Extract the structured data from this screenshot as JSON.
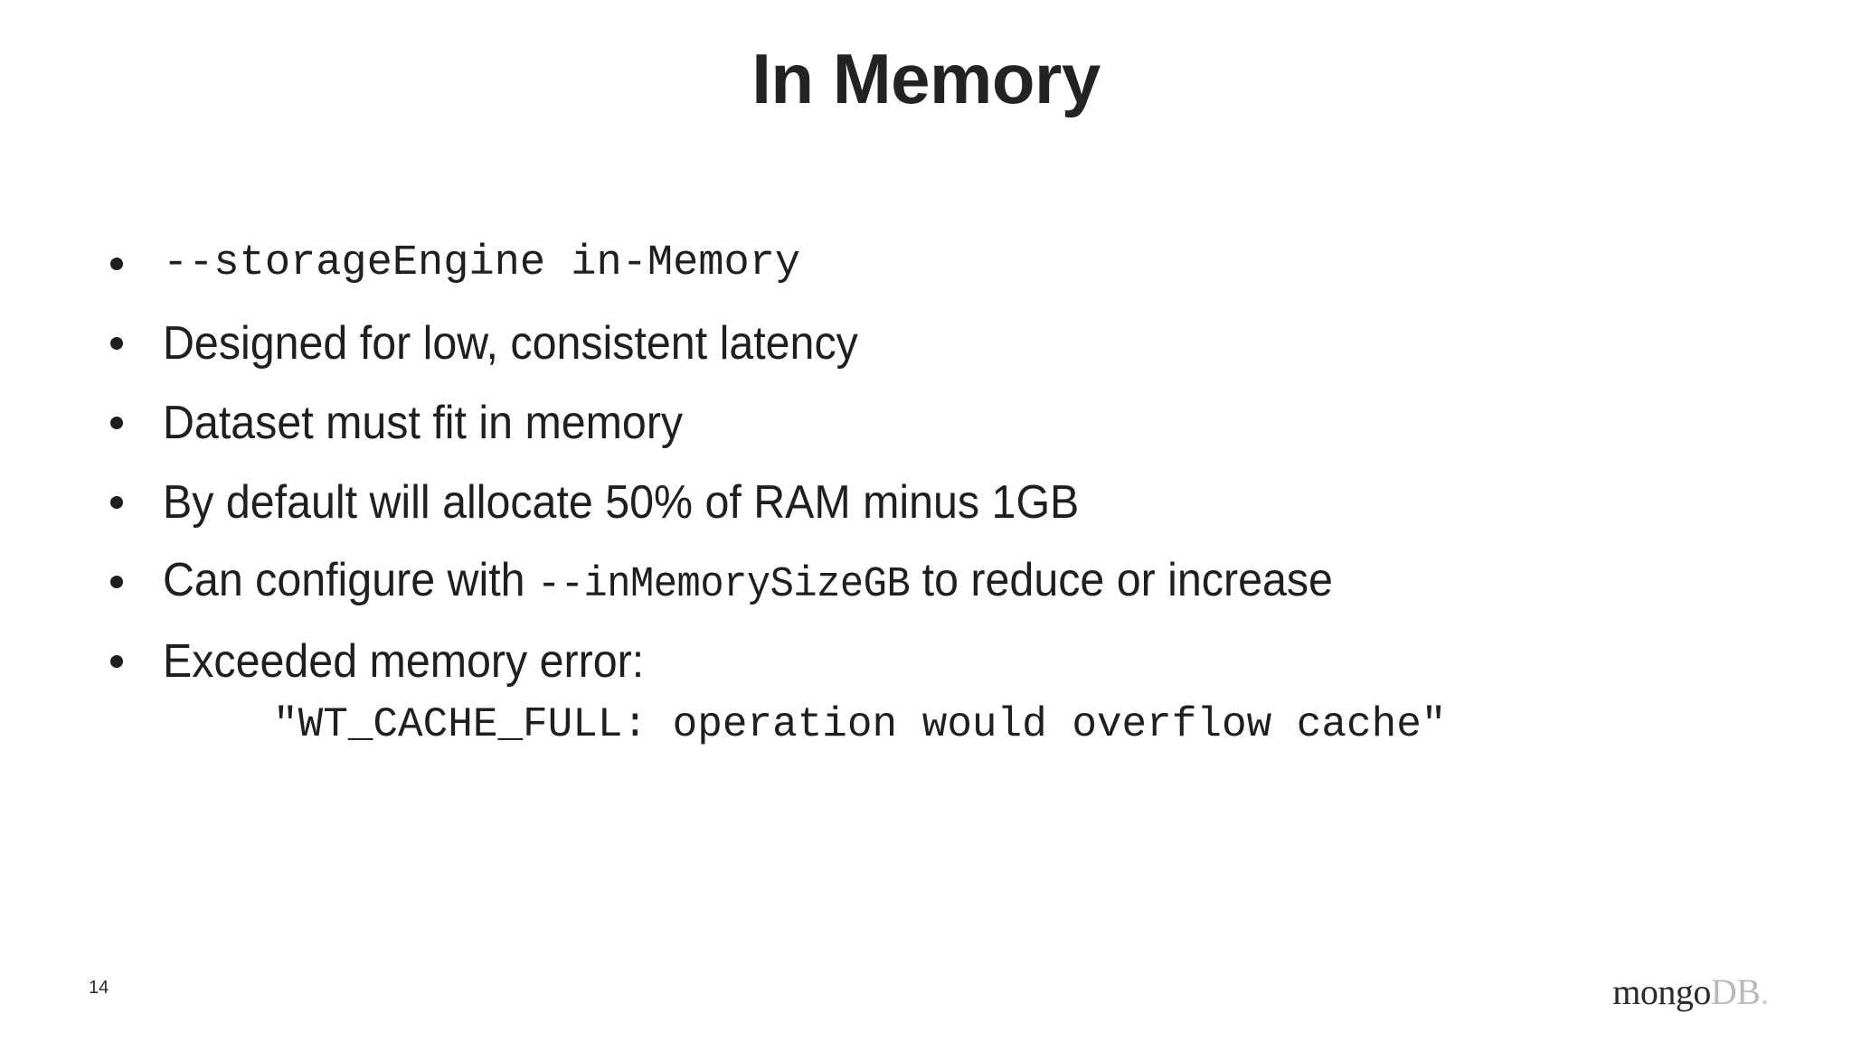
{
  "slide": {
    "title": "In Memory",
    "page_number": "14",
    "background_color": "#ffffff",
    "text_color": "#1f1f1f",
    "title_color": "#232323"
  },
  "bullets": [
    {
      "id": "storage-engine-flag",
      "style": "mono",
      "text": "--storageEngine in-Memory"
    },
    {
      "id": "low-latency",
      "style": "sans",
      "text": "Designed for low, consistent latency"
    },
    {
      "id": "dataset-fit",
      "style": "sans",
      "text": "Dataset must fit in memory"
    },
    {
      "id": "default-allocation",
      "style": "sans",
      "text": "By default will allocate 50% of RAM minus 1GB"
    },
    {
      "id": "configure-size",
      "style": "mixed",
      "text": "Can configure with --inMemorySizeGB to reduce or increase",
      "prefix": "Can configure with ",
      "mono": "--inMemorySizeGB",
      "suffix": " to reduce or increase"
    },
    {
      "id": "exceeded-error",
      "style": "sans",
      "text": "Exceeded memory error:"
    }
  ],
  "code_line": {
    "id": "wt-cache-full-error",
    "text": "\"WT_CACHE_FULL: operation would overflow cache\""
  },
  "logo": {
    "mongo": "mongo",
    "db": "DB",
    "dot": ".",
    "mongo_color": "#2b2b2b",
    "db_color": "#b9b9b9"
  }
}
